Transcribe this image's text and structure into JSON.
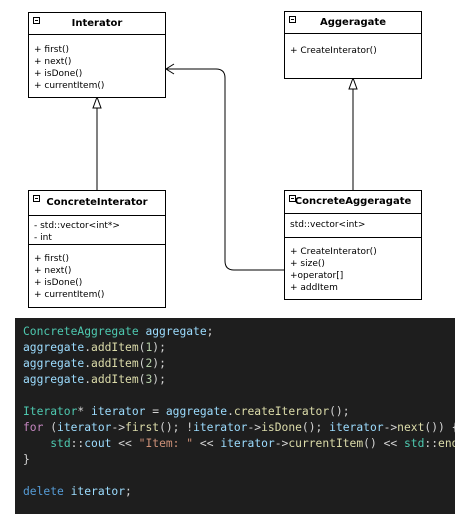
{
  "diagram": {
    "classes": {
      "iterator": {
        "name": "Interator",
        "methods": [
          "+ first()",
          "+ next()",
          "+ isDone()",
          "+ currentItem()"
        ]
      },
      "aggregate": {
        "name": "Aggeragate",
        "methods": [
          "+ CreateInterator()"
        ]
      },
      "concrete_iterator": {
        "name": "ConcreteInterator",
        "attributes": [
          "- std::vector<int*>",
          "- int"
        ],
        "methods": [
          "+ first()",
          "+ next()",
          "+ isDone()",
          "+ currentItem()"
        ]
      },
      "concrete_aggregate": {
        "name": "ConcreteAggeragate",
        "attributes": [
          "std::vector<int>"
        ],
        "methods": [
          "+ CreateInterator()",
          "+ size()",
          "+operator[]",
          "+ addItem"
        ]
      }
    }
  },
  "code": {
    "line1": {
      "type": "ConcreteAggregate",
      "var": "aggregate",
      "end": ";"
    },
    "line2": {
      "obj": "aggregate",
      "dot": ".",
      "fn": "addItem",
      "open": "(",
      "num": "1",
      "close": ");"
    },
    "line3": {
      "obj": "aggregate",
      "dot": ".",
      "fn": "addItem",
      "open": "(",
      "num": "2",
      "close": ");"
    },
    "line4": {
      "obj": "aggregate",
      "dot": ".",
      "fn": "addItem",
      "open": "(",
      "num": "3",
      "close": ");"
    },
    "line5": {
      "type": "Iterator",
      "star": "*",
      "var": "iterator",
      "eq": " = ",
      "obj": "aggregate",
      "dot": ".",
      "fn": "createIterator",
      "end": "();"
    },
    "line6": {
      "kw": "for",
      "p1": " (",
      "v1": "iterator",
      "a1": "->",
      "f1": "first",
      "p2": "(); !",
      "v2": "iterator",
      "a2": "->",
      "f2": "isDone",
      "p3": "(); ",
      "v3": "iterator",
      "a3": "->",
      "f3": "next",
      "p4": "()) {"
    },
    "line7": {
      "ns": "std",
      "sep": "::",
      "cout": "cout",
      "op1": " << ",
      "str": "\"Item: \"",
      "op2": " << ",
      "v": "iterator",
      "arrow": "->",
      "fn": "currentItem",
      "call": "()",
      "op3": " << ",
      "ns2": "std",
      "sep2": "::",
      "endl": "endl",
      "end": ";"
    },
    "line8": {
      "brace": "}"
    },
    "line9": {
      "kw": "delete",
      "var": "iterator",
      "end": ";"
    }
  }
}
